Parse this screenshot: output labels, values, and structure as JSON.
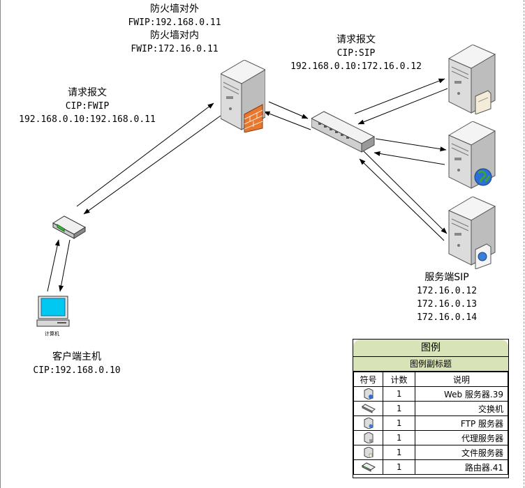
{
  "firewall": {
    "outer_title": "防火墙对外",
    "outer_ip": "FWIP:192.168.0.11",
    "inner_title": "防火墙对内",
    "inner_ip": "FWIP:172.16.0.11"
  },
  "request_left": {
    "title": "请求报文",
    "line1": "CIP:FWIP",
    "line2": "192.168.0.10:192.168.0.11"
  },
  "request_right": {
    "title": "请求报文",
    "line1": "CIP:SIP",
    "line2": "192.168.0.10:172.16.0.12"
  },
  "servers": {
    "title": "服务端SIP",
    "ips": [
      "172.16.0.12",
      "172.16.0.13",
      "172.16.0.14"
    ]
  },
  "client": {
    "icon_caption": "计算机",
    "title": "客户端主机",
    "ip": "CIP:192.168.0.10"
  },
  "legend": {
    "title": "图例",
    "subtitle": "图例副标题",
    "headers": [
      "符号",
      "计数",
      "说明"
    ],
    "rows": [
      {
        "icon": "web-server-icon",
        "count": "1",
        "desc": "Web 服务器.39"
      },
      {
        "icon": "switch-icon",
        "count": "1",
        "desc": "交换机"
      },
      {
        "icon": "ftp-server-icon",
        "count": "1",
        "desc": "FTP 服务器"
      },
      {
        "icon": "proxy-server-icon",
        "count": "1",
        "desc": "代理服务器"
      },
      {
        "icon": "file-server-icon",
        "count": "1",
        "desc": "文件服务器"
      },
      {
        "icon": "router-icon",
        "count": "1",
        "desc": "路由器.41"
      }
    ]
  },
  "colors": {
    "legend_header": "#d8e4b8",
    "server_body": "#e8e8e8",
    "firewall_brick": "#e8782e",
    "monitor_screen": "#00c8f0"
  }
}
